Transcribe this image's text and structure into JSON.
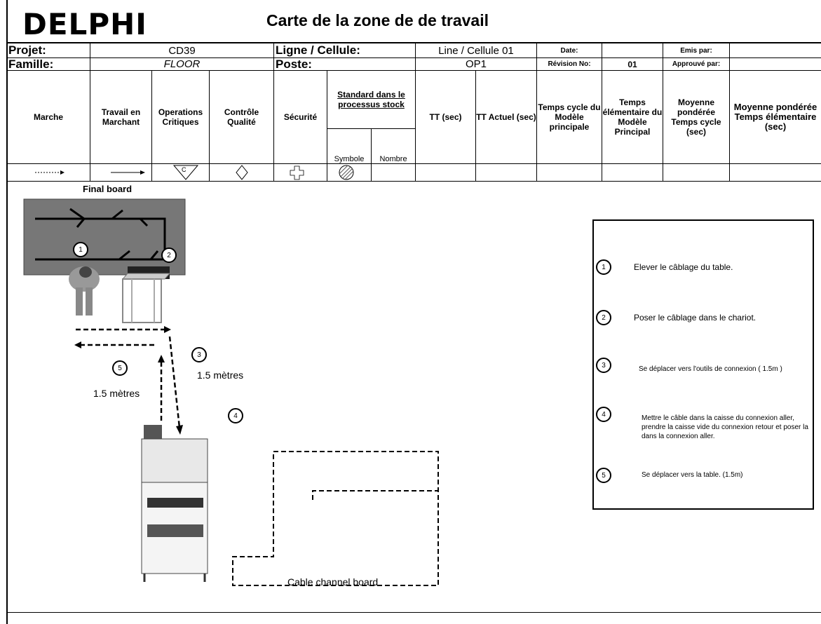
{
  "header": {
    "logo": "DELPHI",
    "title": "Carte de la zone de de travail"
  },
  "info": {
    "projet_label": "Projet:",
    "projet_value": "CD39",
    "famille_label": "Famille:",
    "famille_value": "FLOOR",
    "ligne_label": "Ligne / Cellule:",
    "ligne_value": "Line / Cellule 01",
    "poste_label": "Poste:",
    "poste_value": "OP1",
    "date_label": "Date:",
    "date_value": "",
    "revision_label": "Révision No:",
    "revision_value": "01",
    "emis_label": "Emis par:",
    "emis_value": "",
    "approuve_label": "Approuvé par:",
    "approuve_value": ""
  },
  "columns": {
    "marche": "Marche",
    "travail": "Travail en Marchant",
    "operations": "Operations Critiques",
    "controle": "Contrôle Qualité",
    "securite": "Sécurité",
    "standard": "Standard dans le processus stock",
    "symbole": "Symbole",
    "nombre": "Nombre",
    "tt": "TT (sec)",
    "tt_actuel": "TT Actuel (sec)",
    "temps_cycle": "Temps cycle du Modèle principale",
    "temps_elem": "Temps élémentaire du Modèle Principal",
    "moyenne_cycle": "Moyenne pondérée Temps cycle (sec)",
    "moyenne_elem": "Moyenne pondérée Temps élémentaire (sec)"
  },
  "symbols": {
    "operations_letter": "C"
  },
  "layout_diagram": {
    "final_board": "Final board",
    "distance_1": "1.5 mètres",
    "distance_2": "1.5 mètres",
    "cable_board": "Cable channel board",
    "markers": [
      "1",
      "2",
      "3",
      "4",
      "5"
    ]
  },
  "legend": [
    {
      "num": "1",
      "text": "Elever le câblage du table."
    },
    {
      "num": "2",
      "text": "Poser le câblage dans le chariot."
    },
    {
      "num": "3",
      "text": "Se déplacer vers l'outils de connexion ( 1.5m )"
    },
    {
      "num": "4",
      "text": "Mettre le câble dans la caisse du connexion aller, prendre la caisse vide du connexion retour et poser la dans la connexion aller."
    },
    {
      "num": "5",
      "text": "Se déplacer vers la table. (1.5m)"
    }
  ]
}
